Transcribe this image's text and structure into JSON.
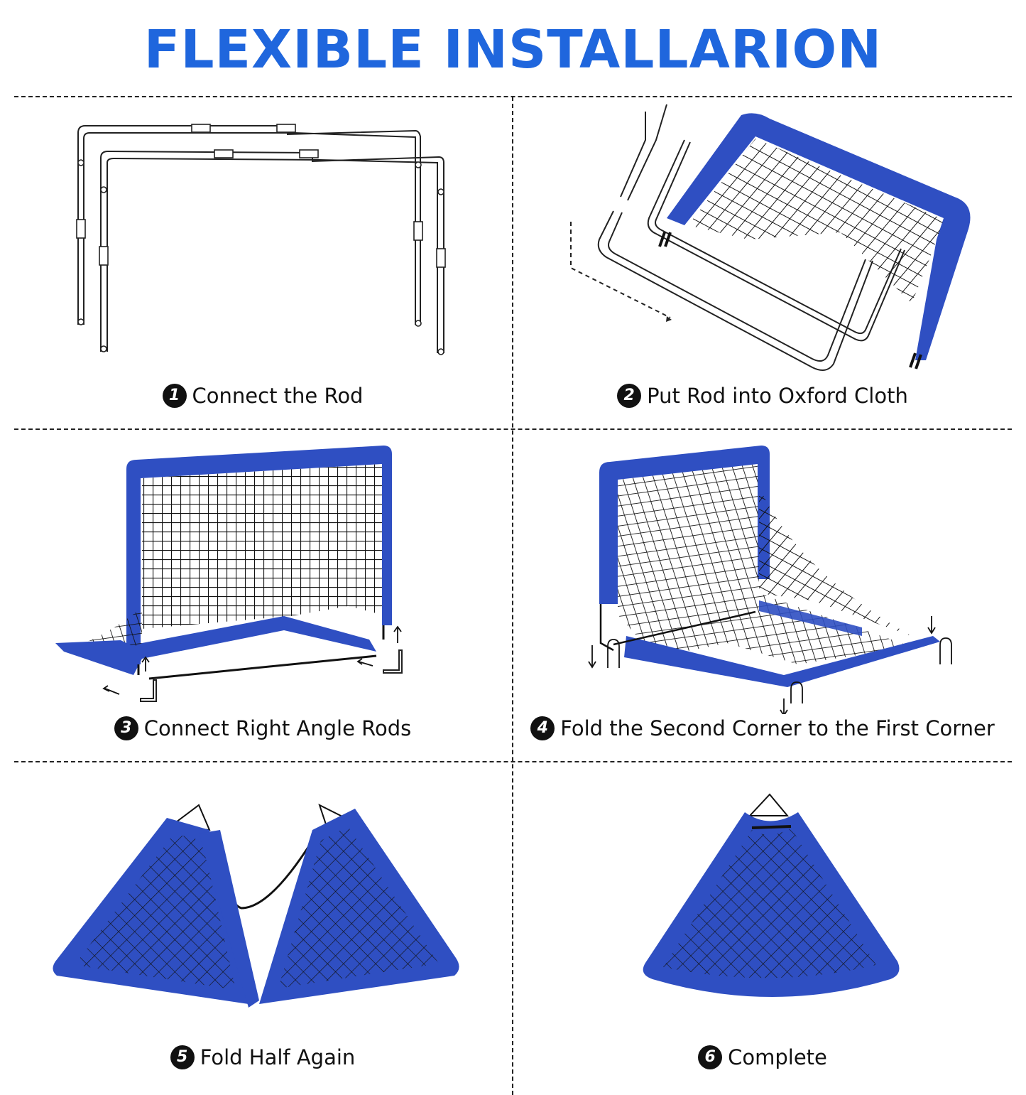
{
  "header": {
    "title": "FLEXIBLE INSTALLARION"
  },
  "colors": {
    "title_blue": "#1f66dd",
    "frame_blue": "#2f4fc2",
    "net_black": "#111111",
    "divider": "#222222",
    "background": "#ffffff"
  },
  "steps": [
    {
      "number": "1",
      "label": "Connect the Rod",
      "illustration": "metal-rod-frames"
    },
    {
      "number": "2",
      "label": "Put Rod into Oxford Cloth",
      "illustration": "rod-into-sleeve"
    },
    {
      "number": "3",
      "label": "Connect Right Angle Rods",
      "illustration": "goal-with-corner-rods"
    },
    {
      "number": "4",
      "label": "Fold the Second Corner to the First Corner",
      "illustration": "goal-folding-corner"
    },
    {
      "number": "5",
      "label": "Fold Half Again",
      "illustration": "goal-folded-half"
    },
    {
      "number": "6",
      "label": "Complete",
      "illustration": "goal-folded-complete"
    }
  ]
}
